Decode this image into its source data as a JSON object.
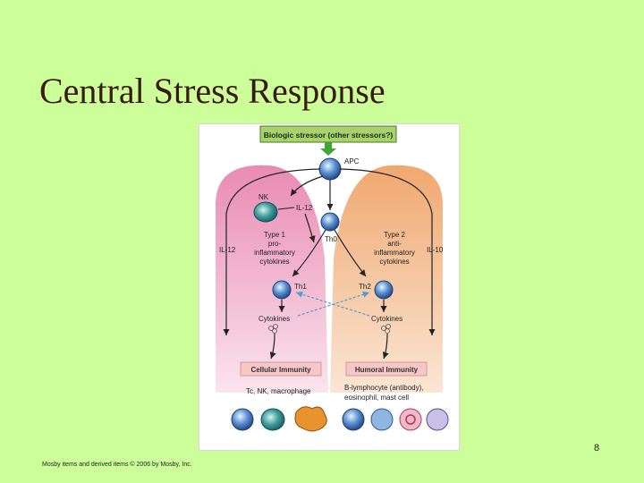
{
  "slide": {
    "title": "Central Stress Response",
    "slide_number": "8",
    "footer": "Mosby items and derived items © 2006 by Mosby, Inc."
  },
  "diagram": {
    "stressor_box": "Biologic stressor (other stressors?)",
    "apc_label": "APC",
    "nk_label": "NK",
    "il12_upper": "IL-12",
    "il12_left": "IL-12",
    "il10_right": "IL-10",
    "th0_label": "Th0",
    "type1_lines": [
      "Type 1",
      "pro-",
      "inflammatory",
      "cytokines"
    ],
    "type2_lines": [
      "Type 2",
      "anti-",
      "inflammatory",
      "cytokines"
    ],
    "th1_label": "Th1",
    "th2_label": "Th2",
    "cytokines_left": "Cytokines",
    "cytokines_right": "Cytokines",
    "cellular_box": "Cellular Immunity",
    "humoral_box": "Humoral Immunity",
    "cellular_cells": "Tc, NK, macrophage",
    "humoral_cells_line1": "B-lymphocyte (antibody),",
    "humoral_cells_line2": "eosinophil, mast cell",
    "colors": {
      "left_region": "#ee99bb",
      "right_region": "#f2b482",
      "stressor_box": "#a8d26a",
      "immunity_box": "#f7c6c6",
      "dashed_arrow": "#4a9fd8"
    }
  }
}
